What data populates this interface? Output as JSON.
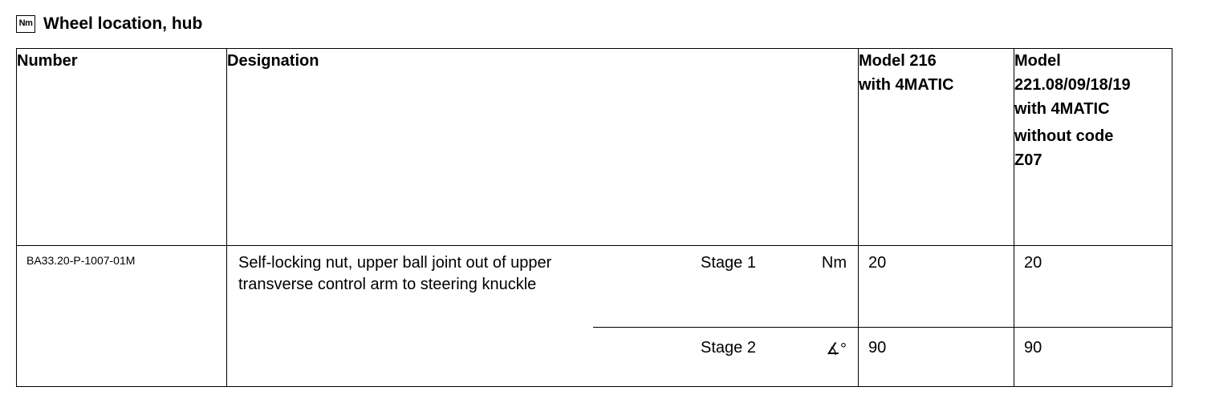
{
  "heading": {
    "icon_label": "Nm",
    "title": "Wheel location, hub"
  },
  "table": {
    "headers": {
      "number": "Number",
      "designation": "Designation",
      "model_216": [
        "Model 216",
        "with 4MATIC"
      ],
      "model_221": [
        "Model",
        "221.08/09/18/19",
        "with 4MATIC",
        "without code",
        "Z07"
      ]
    },
    "row": {
      "number": "BA33.20-P-1007-01M",
      "designation": "Self-locking nut, upper ball joint out of upper transverse control arm to steering knuckle",
      "stages": [
        {
          "stage": "Stage 1",
          "unit": "Nm",
          "model_216": "20",
          "model_221": "20"
        },
        {
          "stage": "Stage 2",
          "unit": "∡°",
          "model_216": "90",
          "model_221": "90"
        }
      ]
    }
  }
}
